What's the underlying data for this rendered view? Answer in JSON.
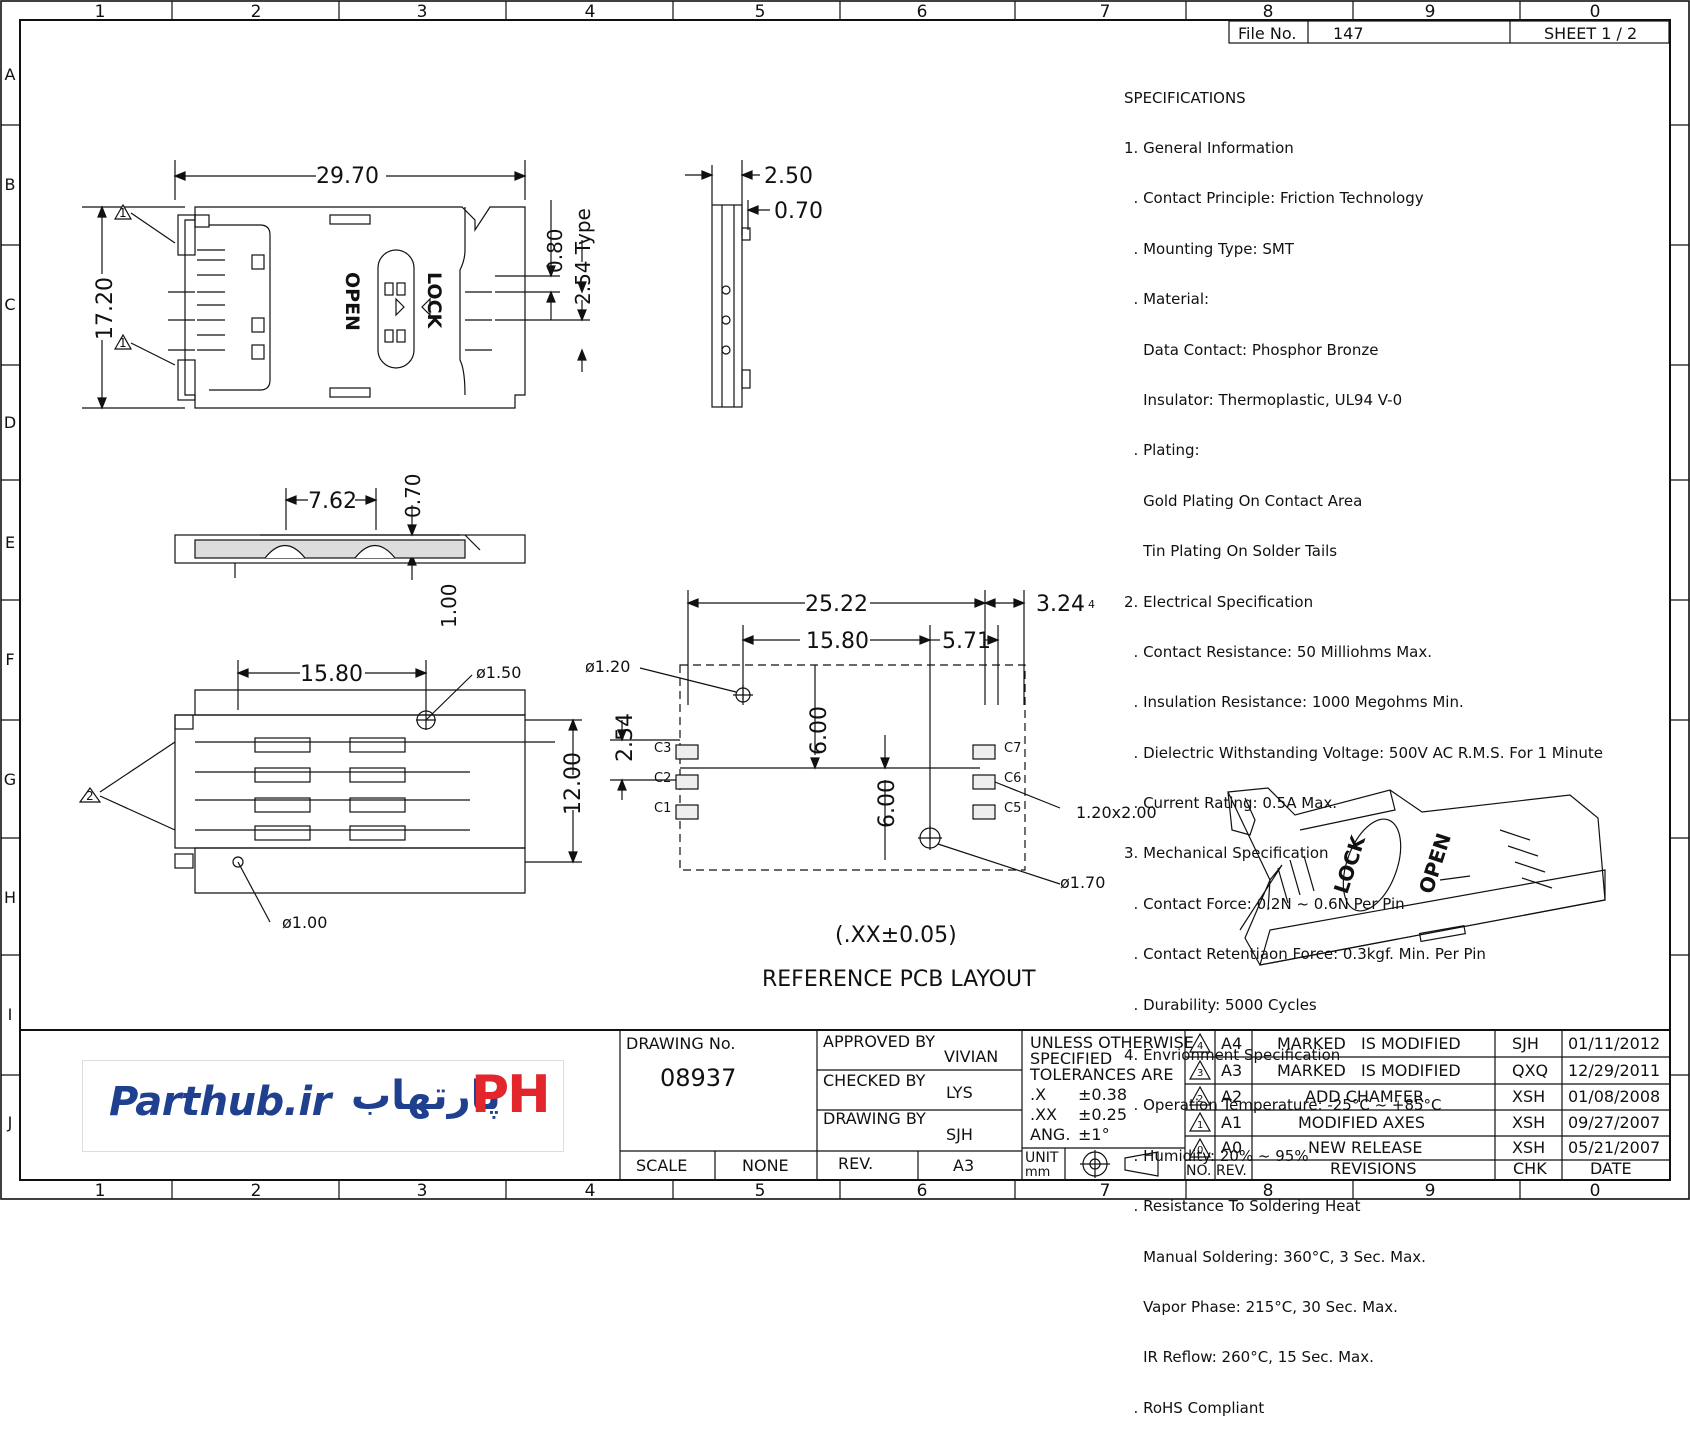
{
  "border": {
    "cols_top": [
      "1",
      "2",
      "3",
      "4",
      "5",
      "6",
      "7",
      "8",
      "9",
      "0"
    ],
    "cols_bottom": [
      "1",
      "2",
      "3",
      "4",
      "5",
      "6",
      "7",
      "8",
      "9",
      "0"
    ],
    "rows": [
      "A",
      "B",
      "C",
      "D",
      "E",
      "F",
      "G",
      "H",
      "I",
      "J"
    ]
  },
  "header": {
    "file_label": "File No.",
    "file_no": "147",
    "sheet": "SHEET 1 / 2"
  },
  "specs": [
    "SPECIFICATIONS",
    "1. General Information",
    "  . Contact Principle: Friction Technology",
    "  . Mounting Type: SMT",
    "  . Material:",
    "    Data Contact: Phosphor Bronze",
    "    Insulator: Thermoplastic, UL94 V-0",
    "  . Plating:",
    "    Gold Plating On Contact Area",
    "    Tin Plating On Solder Tails",
    "2. Electrical Specification",
    "  . Contact Resistance: 50 Milliohms Max.",
    "  . Insulation Resistance: 1000 Megohms Min.",
    "  . Dielectric Withstanding Voltage: 500V AC R.M.S. For 1 Minute",
    "  . Current Rating: 0.5A Max.",
    "3. Mechanical Specification",
    "  . Contact Force: 0.2N ~ 0.6N Per Pin",
    "  . Contact Retentiaon Force: 0.3kgf. Min. Per Pin",
    "  . Durability: 5000 Cycles",
    "4. Envrionment Specification",
    "  . Operation Temperature: -25°C ~ +85°C",
    "  . Humidity: 20% ~ 95%",
    "  . Resistance To Soldering Heat",
    "    Manual Soldering: 360°C, 3 Sec. Max.",
    "    Vapor Phase: 215°C, 30 Sec. Max.",
    "    IR Reflow: 260°C, 15 Sec. Max.",
    "  . RoHS Compliant"
  ],
  "top_view": {
    "width": "29.70",
    "height": "17.20",
    "lock": "LOCK",
    "open": "OPEN",
    "d080": "0.80",
    "d254type": "2.54 Type",
    "note1": "1"
  },
  "side_view": {
    "d250": "2.50",
    "d070": "0.70"
  },
  "front_view": {
    "d762": "7.62",
    "d070": "0.70",
    "d100": "1.00"
  },
  "bottom_view": {
    "d1580": "15.80",
    "d150": "ø1.50",
    "d1200": "12.00",
    "d100": "ø1.00",
    "note2": "2"
  },
  "pcb": {
    "d2522": "25.22",
    "d324": "3.24",
    "note4": "4",
    "d1580": "15.80",
    "d571": "5.71",
    "d120": "ø1.20",
    "d254": "2.54",
    "d600a": "6.00",
    "d600b": "6.00",
    "pad": "1.20x2.00",
    "d170": "ø1.70",
    "pads": [
      "C3",
      "C2",
      "C1",
      "C7",
      "C6",
      "C5"
    ],
    "tolerance": "(.XX±0.05)",
    "title": "REFERENCE PCB LAYOUT"
  },
  "iso": {
    "lock": "LOCK",
    "open": "OPEN"
  },
  "title_block": {
    "drawing_no_label": "DRAWING No.",
    "drawing_no": "08937",
    "scale_label": "SCALE",
    "scale": "NONE",
    "approved_label": "APPROVED BY",
    "approved": "VIVIAN",
    "checked_label": "CHECKED BY",
    "checked": "LYS",
    "drawing_by_label": "DRAWING BY",
    "drawing_by": "SJH",
    "rev_label": "REV.",
    "rev": "A3",
    "unless": "UNLESS OTHERWISE",
    "specified": "SPECIFIED",
    "tol_are": "TOLERANCES ARE",
    "tol_x": ".X",
    "tol_x_val": "±0.38",
    "tol_xx": ".XX",
    "tol_xx_val": "±0.25",
    "tol_ang": "ANG.",
    "tol_ang_val": "±1°",
    "unit": "UNIT",
    "unit_val": "mm",
    "revisions": [
      {
        "no": "4",
        "rev": "A4",
        "desc_a": "MARKED",
        "desc_b": "IS MODIFIED",
        "chk": "SJH",
        "date": "01/11/2012"
      },
      {
        "no": "3",
        "rev": "A3",
        "desc_a": "MARKED",
        "desc_b": "IS MODIFIED",
        "chk": "QXQ",
        "date": "12/29/2011"
      },
      {
        "no": "2",
        "rev": "A2",
        "desc": "ADD CHAMFER",
        "chk": "XSH",
        "date": "01/08/2008"
      },
      {
        "no": "1",
        "rev": "A1",
        "desc": "MODIFIED AXES",
        "chk": "XSH",
        "date": "09/27/2007"
      },
      {
        "no": "0",
        "rev": "A0",
        "desc": "NEW RELEASE",
        "chk": "XSH",
        "date": "05/21/2007"
      }
    ],
    "col_no": "NO.",
    "col_rev": "REV.",
    "col_revisions": "REVISIONS",
    "col_chk": "CHK",
    "col_date": "DATE"
  },
  "logo": {
    "text_en": "Parthub.ir",
    "text_fa": "پارتهاب",
    "text_ph": "PH"
  }
}
